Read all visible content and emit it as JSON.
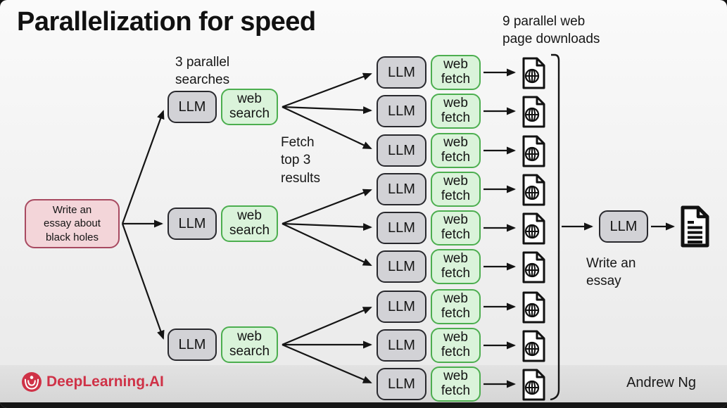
{
  "title": "Parallelization for speed",
  "annotations": {
    "searches": "3 parallel\nsearches",
    "fetch": "Fetch\ntop 3\nresults",
    "downloads": "9 parallel web\npage downloads",
    "essay": "Write an\nessay"
  },
  "nodes": {
    "prompt": "Write an\nessay about\nblack holes",
    "llm": "LLM",
    "web_search": "web\nsearch",
    "web_fetch": "web\nfetch"
  },
  "footer": {
    "brand": "DeepLearning.AI",
    "author": "Andrew Ng"
  },
  "colors": {
    "llm_fill": "#d2d2d6",
    "llm_border": "#28282d",
    "tool_fill": "#daf3da",
    "tool_border": "#4cae4f",
    "prompt_fill": "#f3d5d9",
    "prompt_border": "#a84a61",
    "brand_red": "#cf3247",
    "arrow": "#141414"
  }
}
